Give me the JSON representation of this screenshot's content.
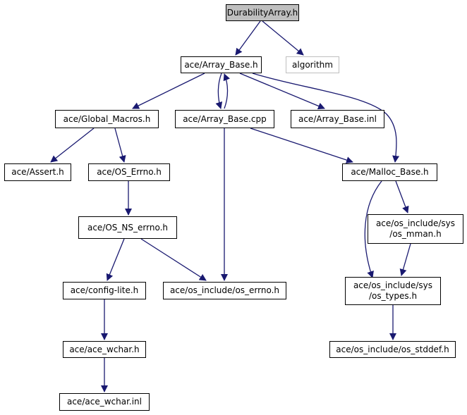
{
  "colors": {
    "edge": "#191970",
    "node_border": "#000000",
    "root_fill": "#bfbfbf",
    "external_border": "#bfbfbf"
  },
  "nodes": {
    "durability_array_h": {
      "lines": [
        "DurabilityArray.h"
      ]
    },
    "algorithm": {
      "lines": [
        "algorithm"
      ]
    },
    "array_base_h": {
      "lines": [
        "ace/Array_Base.h"
      ]
    },
    "global_macros_h": {
      "lines": [
        "ace/Global_Macros.h"
      ]
    },
    "array_base_cpp": {
      "lines": [
        "ace/Array_Base.cpp"
      ]
    },
    "array_base_inl": {
      "lines": [
        "ace/Array_Base.inl"
      ]
    },
    "assert_h": {
      "lines": [
        "ace/Assert.h"
      ]
    },
    "os_errno_h": {
      "lines": [
        "ace/OS_Errno.h"
      ]
    },
    "malloc_base_h": {
      "lines": [
        "ace/Malloc_Base.h"
      ]
    },
    "os_ns_errno_h": {
      "lines": [
        "ace/OS_NS_errno.h"
      ]
    },
    "os_mman_h": {
      "lines": [
        "ace/os_include/sys",
        "/os_mman.h"
      ]
    },
    "config_lite_h": {
      "lines": [
        "ace/config-lite.h"
      ]
    },
    "os_include_errno_h": {
      "lines": [
        "ace/os_include/os_errno.h"
      ]
    },
    "os_types_h": {
      "lines": [
        "ace/os_include/sys",
        "/os_types.h"
      ]
    },
    "ace_wchar_h": {
      "lines": [
        "ace/ace_wchar.h"
      ]
    },
    "os_stddef_h": {
      "lines": [
        "ace/os_include/os_stddef.h"
      ]
    },
    "ace_wchar_inl": {
      "lines": [
        "ace/ace_wchar.inl"
      ]
    }
  }
}
